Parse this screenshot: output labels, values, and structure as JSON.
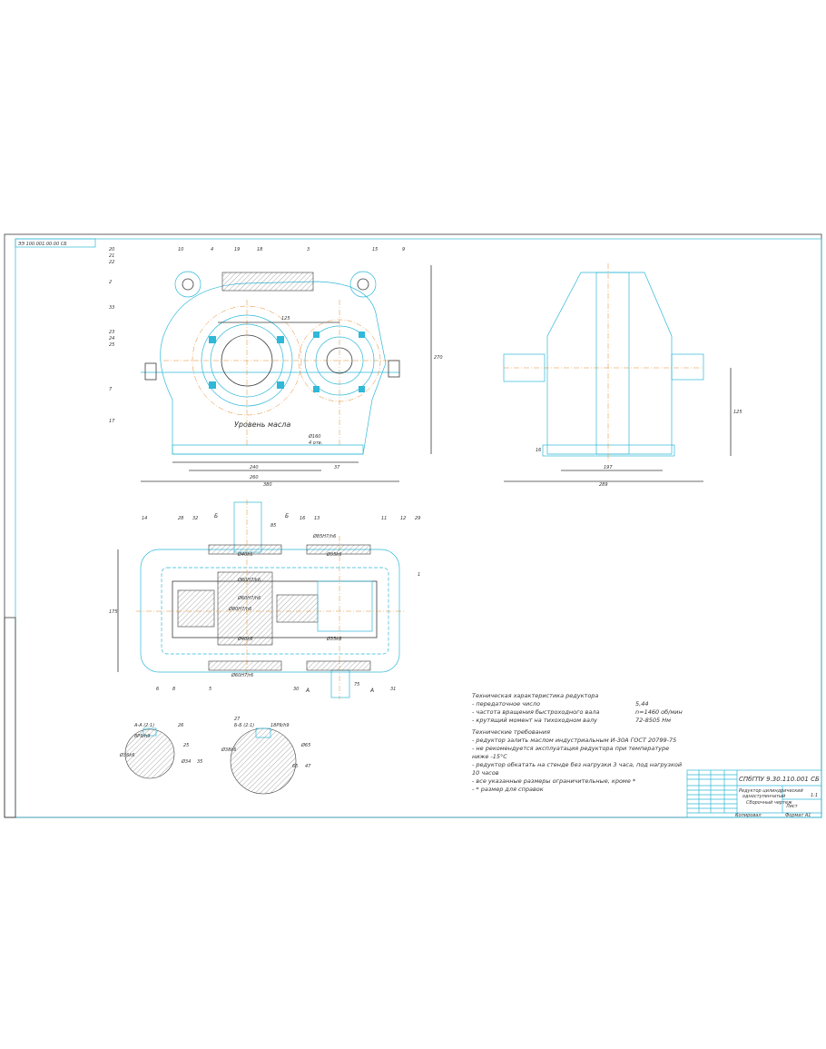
{
  "stamp": "ЭЭ 100.001.00.00 СБ",
  "front_view": {
    "part_numbers": [
      "20",
      "21",
      "22",
      "2",
      "33",
      "23",
      "24",
      "25",
      "7",
      "17",
      "10",
      "4",
      "19",
      "18",
      "3",
      "15",
      "9"
    ],
    "oil_level": "Уровень масла",
    "dimensions": [
      "125",
      "270",
      "240",
      "260",
      "37",
      "380",
      "Ø160",
      "4 отв."
    ]
  },
  "side_view": {
    "dimensions": [
      "125",
      "197",
      "289",
      "16"
    ]
  },
  "plan_view": {
    "part_numbers": [
      "14",
      "28",
      "32",
      "Б",
      "Б",
      "16",
      "13",
      "11",
      "12",
      "29",
      "1",
      "6",
      "8",
      "5",
      "30",
      "31",
      "А",
      "А"
    ],
    "dimensions": [
      "Ø60H7/k6",
      "Ø40k6",
      "Ø60H7/h6",
      "Ø40k6",
      "Ø80H7/h6",
      "Ø35k6",
      "Ø35k6",
      "Ø85H7/h6",
      "Ø60H7/r6",
      "175",
      "85",
      "75"
    ]
  },
  "sections": [
    {
      "title": "А-А (2:1)",
      "part": "26",
      "dims": [
        "Ø36k6",
        "8P9/h9",
        "Ø34",
        "25",
        "35"
      ]
    },
    {
      "title": "Б-Б (2:1)",
      "part": "27",
      "dims": [
        "Ø38k6",
        "18P9/h9",
        "Ø65",
        "65",
        "47"
      ]
    }
  ],
  "notes": {
    "char_title": "Техническая характеристика редуктора",
    "char_lines": [
      {
        "label": "- передаточное число",
        "value": "5,44"
      },
      {
        "label": "- частота вращения быстроходного вала",
        "value": "n=1460 об/мин"
      },
      {
        "label": "- крутящий момент на тихоходном валу",
        "value": "72-8505 Нм"
      }
    ],
    "req_title": "Технические требования",
    "req_lines": [
      "- редуктор залить маслом индустриальным И-30А ГОСТ 20799-75",
      "- не рекомендуется эксплуатация редуктора при температуре",
      "  ниже -15°С",
      "- редуктор обкатать на стенде без нагрузки 3 часа, под нагрузкой",
      "  10 часов",
      "- все указанные размеры ограничительные, кроме *",
      "- * размер для справок"
    ]
  },
  "title_block": {
    "code": "СПбГПУ 9.30.110.001 СБ",
    "name_line1": "Редуктор цилиндрический",
    "name_line2": "одноступенчатый",
    "name_line3": "Сборочный чертеж",
    "scale": "1:1",
    "sheet": "Лист",
    "copied": "Копировал",
    "format": "Формат А1"
  }
}
